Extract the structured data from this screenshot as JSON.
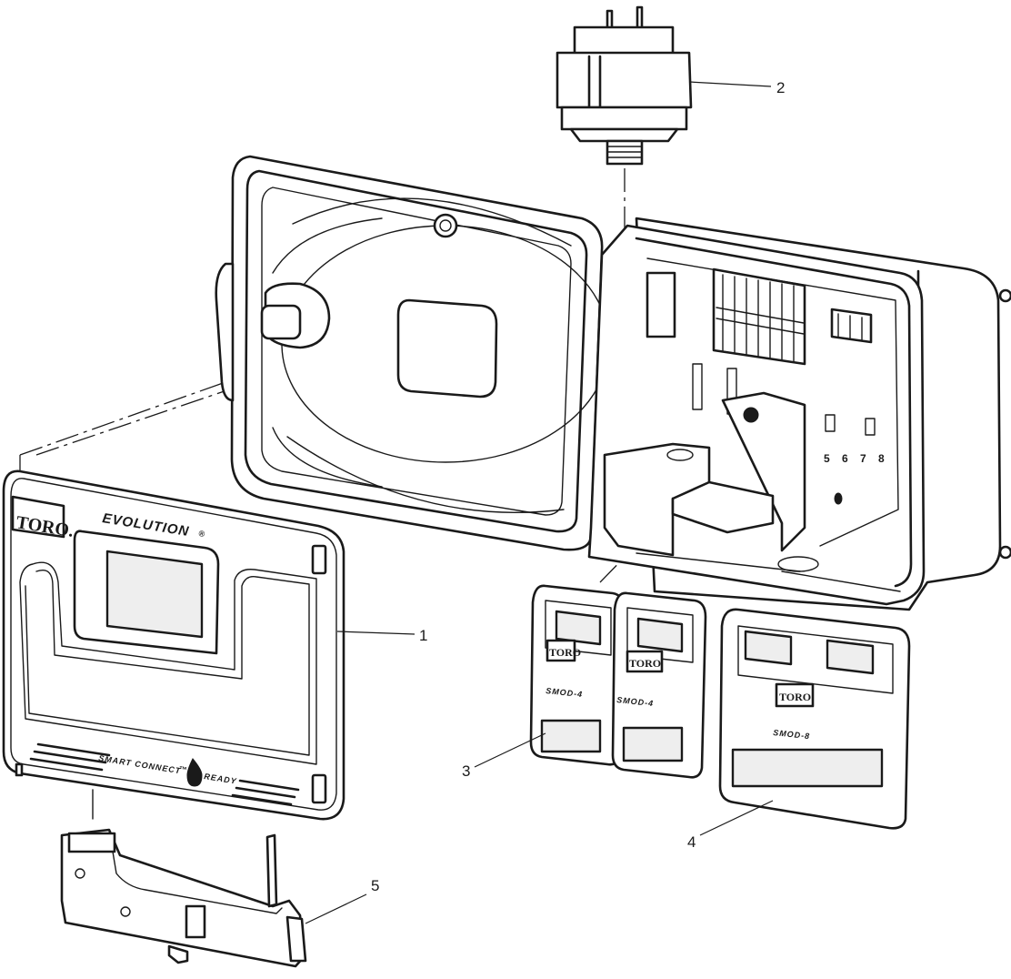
{
  "diagram": {
    "callouts": [
      "1",
      "2",
      "3",
      "4",
      "5"
    ],
    "front_panel": {
      "brand": "TORO.",
      "product": "EVOLUTION",
      "product_mark": "®",
      "footer_left": "SMART CONNECT",
      "footer_mark": "™",
      "footer_right": "READY"
    },
    "station_numbers": "5 6 7 8",
    "modules": [
      {
        "brand": "TORO",
        "label": "SMOD-4"
      },
      {
        "brand": "TORO",
        "label": "SMOD-4"
      },
      {
        "brand": "TORO",
        "label": "SMOD-8"
      }
    ]
  }
}
